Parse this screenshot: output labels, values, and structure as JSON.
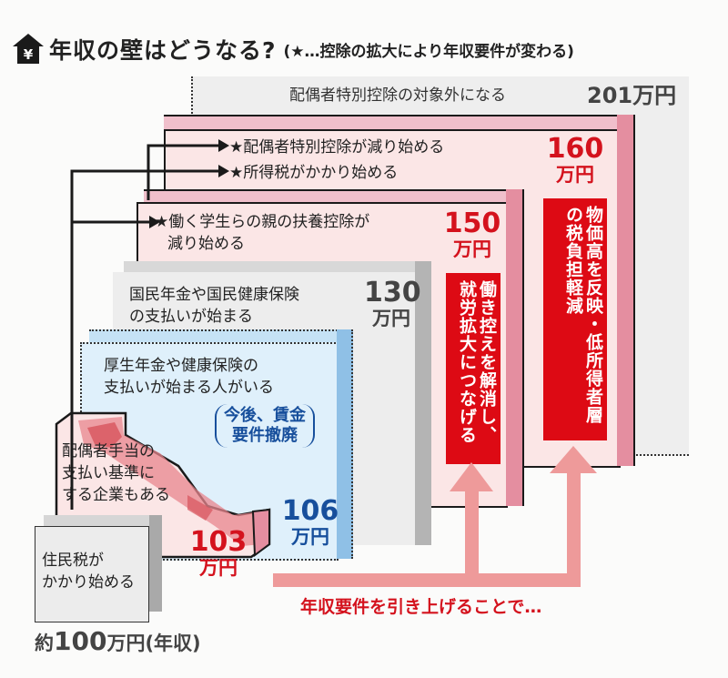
{
  "header": {
    "icon": "yen-house-icon",
    "icon_glyph": "¥",
    "title": "年収の壁はどうなる?",
    "note": "(★…控除の拡大により年収要件が変わる)"
  },
  "walls": {
    "w201": {
      "label": "配偶者特別控除の対象外になる",
      "amount": "201万円"
    },
    "w160": {
      "amount_num": "160",
      "amount_unit": "万円",
      "items": [
        "★配偶者特別控除が減り始める",
        "★所得税がかかり始める"
      ],
      "banner": "物価高を反映・低所得者層の税負担軽減"
    },
    "w150": {
      "amount_num": "150",
      "amount_unit": "万円",
      "item_line1": "★働く学生らの親の扶養控除が",
      "item_line2": "減り始める",
      "banner": "働き控えを解消し、就労拡大につなげる"
    },
    "w130": {
      "amount_num": "130",
      "amount_unit": "万円",
      "line1": "国民年金や国民健康保険",
      "line2": "の支払いが始まる"
    },
    "w106": {
      "amount_num": "106",
      "amount_unit": "万円",
      "line1": "厚生年金や健康保険の",
      "line2": "支払いが始まる人がいる",
      "note_line1": "今後、賃金",
      "note_line2": "要件撤廃"
    },
    "w103": {
      "amount_num": "103",
      "amount_unit": "万円",
      "line1": "配偶者手当の",
      "line2": "支払い基準に",
      "line3": "する企業もある"
    },
    "w100": {
      "line1": "住民税が",
      "line2": "かかり始める",
      "base_prefix": "約",
      "base_num": "100",
      "base_suffix": "万円(年収)"
    }
  },
  "caption": "年収要件を引き上げることで…",
  "colors": {
    "red": "#d4121d",
    "blue": "#174f9c",
    "pink_face": "#fbe6e6",
    "pink_side": "#e48ea0",
    "arrow_pink": "#ee9a9a",
    "gray_face": "#ededed",
    "blue_face": "#dff0fb"
  }
}
